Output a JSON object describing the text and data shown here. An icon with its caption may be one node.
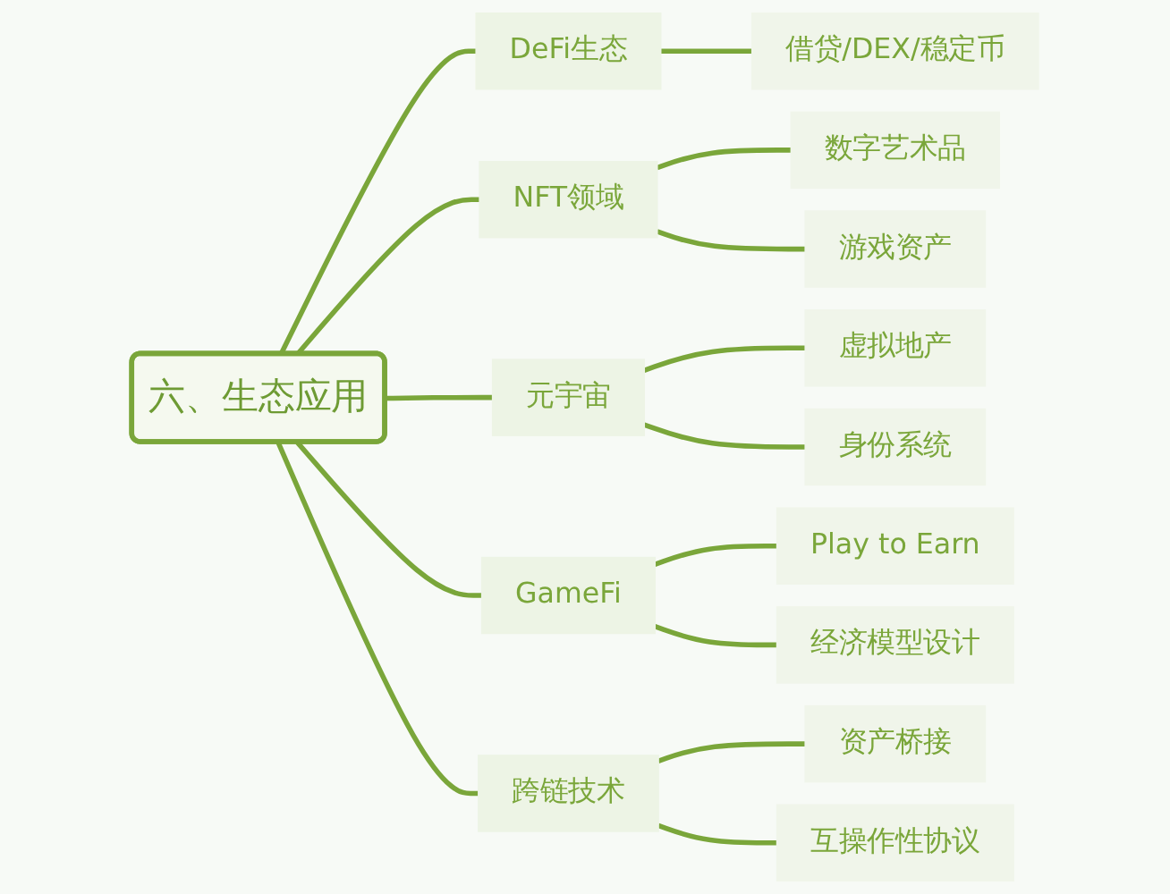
{
  "diagram": {
    "nodes": [
      {
        "text": [
          "六、生态应用"
        ]
      },
      {
        "text": [
          "DeFi生态"
        ]
      },
      {
        "text": [
          "借贷/DEX/稳定币"
        ]
      },
      {
        "text": [
          "NFT领域"
        ]
      },
      {
        "text": [
          "数字艺术品"
        ]
      },
      {
        "text": [
          "游戏资产"
        ]
      },
      {
        "text": [
          "元宇宙"
        ]
      },
      {
        "text": [
          "虚拟地产"
        ]
      },
      {
        "text": [
          "身份系统"
        ]
      },
      {
        "text": [
          "GameFi"
        ]
      },
      {
        "text": [
          "Play to Earn"
        ]
      },
      {
        "text": [
          "经济模型设计"
        ]
      },
      {
        "text": [
          "跨链技术"
        ]
      },
      {
        "text": [
          "资产桥接"
        ]
      },
      {
        "text": [
          "互操作性协议"
        ]
      }
    ],
    "edges": [
      {
        "from": 0,
        "to": 1,
        "arrow": "none"
      },
      {
        "from": 1,
        "to": 2,
        "arrow": "none"
      },
      {
        "from": 0,
        "to": 3,
        "arrow": "none"
      },
      {
        "from": 3,
        "to": 4,
        "arrow": "none"
      },
      {
        "from": 3,
        "to": 5,
        "arrow": "none"
      },
      {
        "from": 0,
        "to": 6,
        "arrow": "none"
      },
      {
        "from": 6,
        "to": 7,
        "arrow": "none"
      },
      {
        "from": 6,
        "to": 8,
        "arrow": "none"
      },
      {
        "from": 0,
        "to": 9,
        "arrow": "none"
      },
      {
        "from": 9,
        "to": 10,
        "arrow": "none"
      },
      {
        "from": 9,
        "to": 11,
        "arrow": "none"
      },
      {
        "from": 0,
        "to": 12,
        "arrow": "none"
      },
      {
        "from": 12,
        "to": 13,
        "arrow": "none"
      },
      {
        "from": 12,
        "to": 14,
        "arrow": "none"
      }
    ]
  }
}
